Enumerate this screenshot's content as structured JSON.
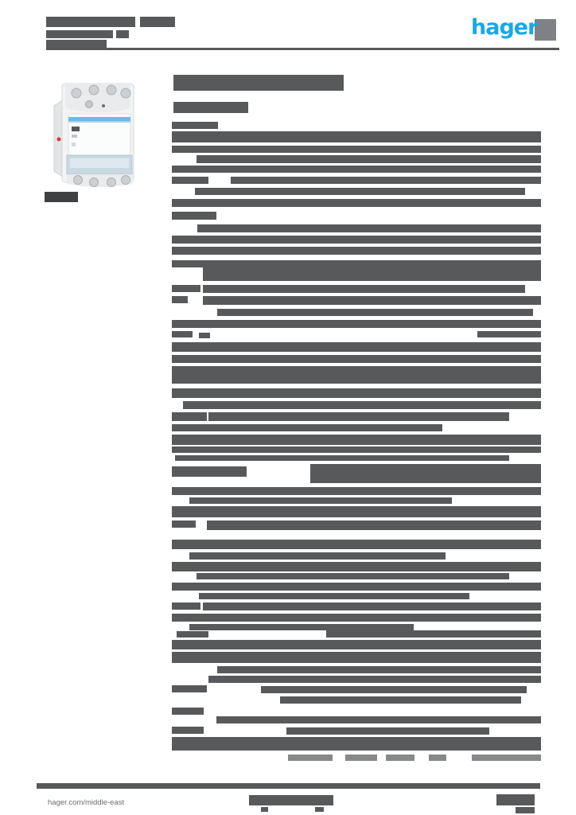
{
  "meta": {
    "document_type": "product-datasheet-page",
    "note": "all body text rendered as illegible redacted bars in source image"
  },
  "colors": {
    "page_bg": "#ffffff",
    "bar": "#58595b",
    "bar_faint": "#87888b",
    "bar_dark": "#3f4042",
    "logo_cyan": "#18a8e8",
    "logo_shadow": "#808184",
    "footer_text": "#6d6e70"
  },
  "header": {
    "logo_text": "hager"
  },
  "product": {
    "photo": "modular-contactor-din-rail-device",
    "photo_features": [
      "white body",
      "blue stripe on face",
      "screw terminals top and bottom",
      "red indicator dot",
      "light blue bottom cover"
    ]
  },
  "footer": {
    "link_text": "hager.com/middle-east"
  },
  "redacted_blocks": [
    [
      58,
      21,
      112,
      13,
      "g"
    ],
    [
      176,
      21,
      44,
      13,
      "g"
    ],
    [
      58,
      38,
      84,
      10,
      "g"
    ],
    [
      146,
      38,
      16,
      10,
      "g"
    ],
    [
      58,
      50,
      76,
      10,
      "g"
    ],
    [
      672,
      24,
      27,
      27,
      "s"
    ],
    [
      58,
      60,
      645,
      3,
      "g"
    ],
    [
      56,
      241,
      42,
      13,
      "d"
    ],
    [
      218,
      94,
      214,
      20,
      "g"
    ],
    [
      218,
      128,
      94,
      14,
      "g"
    ],
    [
      216,
      153,
      58,
      9,
      "g"
    ],
    [
      216,
      165,
      464,
      14,
      "g"
    ],
    [
      216,
      183,
      464,
      9,
      "g"
    ],
    [
      247,
      195,
      433,
      10,
      "g"
    ],
    [
      216,
      208,
      464,
      9,
      "g"
    ],
    [
      216,
      222,
      46,
      9,
      "g"
    ],
    [
      290,
      222,
      390,
      9,
      "g"
    ],
    [
      245,
      236,
      415,
      9,
      "g"
    ],
    [
      216,
      250,
      464,
      10,
      "g"
    ],
    [
      216,
      266,
      56,
      10,
      "g"
    ],
    [
      248,
      282,
      432,
      10,
      "g"
    ],
    [
      216,
      296,
      464,
      10,
      "g"
    ],
    [
      216,
      310,
      464,
      10,
      "g"
    ],
    [
      216,
      327,
      40,
      9,
      "g"
    ],
    [
      255,
      327,
      425,
      26,
      "g"
    ],
    [
      216,
      358,
      36,
      9,
      "g"
    ],
    [
      255,
      358,
      405,
      10,
      "g"
    ],
    [
      216,
      372,
      20,
      9,
      "g"
    ],
    [
      255,
      372,
      425,
      11,
      "g"
    ],
    [
      273,
      388,
      397,
      9,
      "g"
    ],
    [
      216,
      402,
      464,
      10,
      "g"
    ],
    [
      216,
      416,
      26,
      8,
      "g"
    ],
    [
      250,
      418,
      14,
      7,
      "g"
    ],
    [
      600,
      416,
      80,
      8,
      "g"
    ],
    [
      216,
      430,
      464,
      12,
      "g"
    ],
    [
      216,
      446,
      464,
      10,
      "g"
    ],
    [
      216,
      460,
      464,
      22,
      "g"
    ],
    [
      216,
      488,
      464,
      12,
      "g"
    ],
    [
      230,
      504,
      450,
      10,
      "g"
    ],
    [
      216,
      518,
      44,
      11,
      "g"
    ],
    [
      262,
      518,
      378,
      11,
      "g"
    ],
    [
      216,
      533,
      340,
      9,
      "g"
    ],
    [
      216,
      546,
      464,
      13,
      "g"
    ],
    [
      216,
      561,
      464,
      8,
      "g"
    ],
    [
      220,
      572,
      420,
      7,
      "g"
    ],
    [
      216,
      586,
      94,
      13,
      "g"
    ],
    [
      390,
      583,
      290,
      24,
      "g"
    ],
    [
      216,
      612,
      464,
      10,
      "g"
    ],
    [
      238,
      625,
      330,
      8,
      "g"
    ],
    [
      216,
      636,
      464,
      14,
      "g"
    ],
    [
      216,
      654,
      30,
      9,
      "g"
    ],
    [
      260,
      654,
      420,
      12,
      "g"
    ],
    [
      216,
      678,
      464,
      12,
      "g"
    ],
    [
      238,
      694,
      322,
      9,
      "g"
    ],
    [
      216,
      706,
      464,
      12,
      "g"
    ],
    [
      247,
      720,
      393,
      8,
      "g"
    ],
    [
      216,
      732,
      464,
      10,
      "g"
    ],
    [
      250,
      745,
      340,
      8,
      "g"
    ],
    [
      216,
      757,
      36,
      9,
      "g"
    ],
    [
      255,
      757,
      425,
      10,
      "g"
    ],
    [
      216,
      771,
      464,
      10,
      "g"
    ],
    [
      238,
      784,
      282,
      8,
      "g"
    ],
    [
      222,
      793,
      40,
      8,
      "g"
    ],
    [
      410,
      792,
      270,
      9,
      "g"
    ],
    [
      216,
      804,
      464,
      12,
      "g"
    ],
    [
      216,
      819,
      464,
      14,
      "g"
    ],
    [
      273,
      837,
      407,
      9,
      "g"
    ],
    [
      262,
      849,
      418,
      9,
      "g"
    ],
    [
      216,
      861,
      44,
      9,
      "g"
    ],
    [
      328,
      862,
      334,
      9,
      "g"
    ],
    [
      352,
      875,
      303,
      9,
      "g"
    ],
    [
      216,
      889,
      40,
      9,
      "g"
    ],
    [
      272,
      900,
      408,
      9,
      "g"
    ],
    [
      216,
      913,
      40,
      9,
      "g"
    ],
    [
      360,
      914,
      255,
      9,
      "g"
    ],
    [
      216,
      926,
      464,
      17,
      "g"
    ],
    [
      362,
      948,
      56,
      8,
      "f"
    ],
    [
      434,
      948,
      40,
      8,
      "f"
    ],
    [
      485,
      948,
      36,
      8,
      "f"
    ],
    [
      539,
      948,
      22,
      8,
      "f"
    ],
    [
      593,
      948,
      87,
      8,
      "f"
    ],
    [
      46,
      984,
      633,
      7,
      "g"
    ],
    [
      313,
      999,
      106,
      13,
      "g"
    ],
    [
      328,
      1014,
      9,
      6,
      "g"
    ],
    [
      396,
      1014,
      11,
      6,
      "g"
    ],
    [
      624,
      998,
      48,
      14,
      "g"
    ],
    [
      648,
      1014,
      24,
      8,
      "g"
    ]
  ]
}
